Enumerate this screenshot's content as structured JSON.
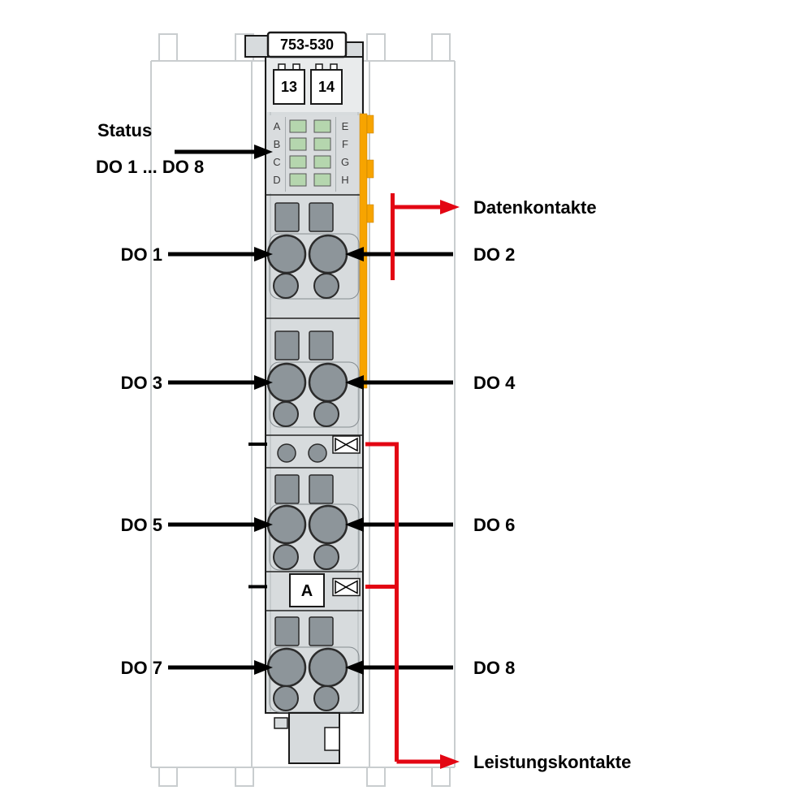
{
  "module": {
    "part_number": "753-530",
    "terminal_left": "13",
    "terminal_right": "14",
    "marker_letter": "A"
  },
  "led_labels": {
    "left": [
      "A",
      "B",
      "C",
      "D"
    ],
    "right": [
      "E",
      "F",
      "G",
      "H"
    ]
  },
  "callouts": {
    "status_title": "Status",
    "status_range": "DO 1 ... DO 8",
    "data_contacts": "Datenkontakte",
    "power_contacts": "Leistungskontakte",
    "channels_left": [
      "DO 1",
      "DO 3",
      "DO 5",
      "DO 7"
    ],
    "channels_right": [
      "DO 2",
      "DO 4",
      "DO 6",
      "DO 8"
    ]
  },
  "colors": {
    "module_body": "#d7dbdd",
    "element_gray": "#8d959a",
    "led_green": "#b5d6ae",
    "accent_orange": "#f7a400",
    "line_red": "#e30613",
    "outline_faint": "#c9cdcf"
  }
}
